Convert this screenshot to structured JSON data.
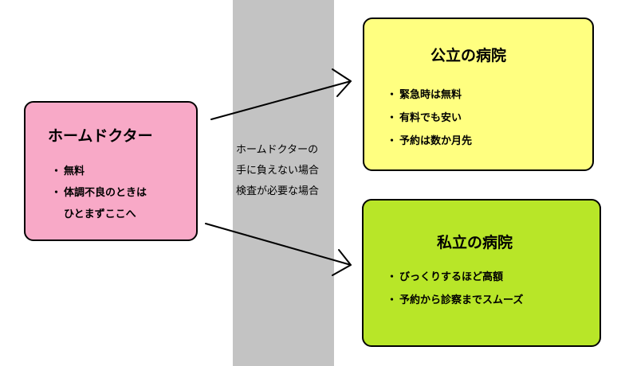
{
  "home_doctor": {
    "title": "ホームドクター",
    "items": [
      {
        "text": "無料"
      },
      {
        "text": "体調不良のときは",
        "continuation": "ひとまずここへ"
      }
    ],
    "fill": "#f8a9c7"
  },
  "condition": {
    "lines": [
      "ホームドクターの",
      "手に負えない場合",
      "検査が必要な場合"
    ]
  },
  "public_hospital": {
    "title": "公立の病院",
    "items": [
      "緊急時は無料",
      "有料でも安い",
      "予約は数か月先"
    ],
    "fill": "#ffff80"
  },
  "private_hospital": {
    "title": "私立の病院",
    "items": [
      "びっくりするほど高額",
      "予約から診察までスムーズ"
    ],
    "fill": "#b8e628"
  },
  "band_color": "#c3c3c3"
}
